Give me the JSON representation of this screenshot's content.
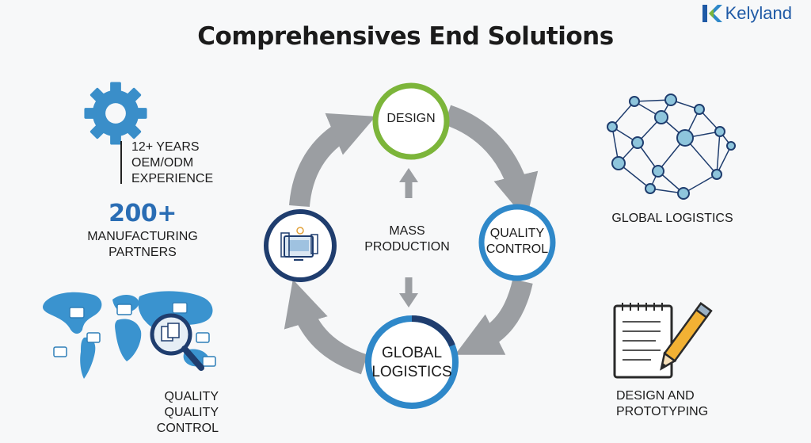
{
  "header": {
    "title": "Comprehensives End Solutions",
    "brand": "Kelyland"
  },
  "left": {
    "experience_lines": [
      "12+ YEARS",
      "OEM/ODM",
      "EXPERIENCE"
    ],
    "partners_count": "200+",
    "partners_lines": [
      "MANUFACTURING",
      "PARTNERS"
    ],
    "map_caption_lines": [
      "QUALITY",
      "QUALITY CONTROL"
    ]
  },
  "cycle": {
    "design": "DESIGN",
    "quality_lines": [
      "QUALITY",
      "CONTROL"
    ],
    "logistics_lines": [
      "GLOBAL",
      "LOGISTICS"
    ],
    "center_lines": [
      "MASS",
      "PRODUCTION"
    ]
  },
  "right": {
    "network_caption": "GLOBAL LOGISTICS",
    "prototype_lines": [
      "DESIGN AND",
      "PROTOTYPING"
    ]
  },
  "colors": {
    "green": "#7cb53a",
    "blue": "#2f88c9",
    "navy": "#1f3d6e",
    "arrow_gray": "#9b9ea2",
    "gear": "#3a8ec9"
  }
}
